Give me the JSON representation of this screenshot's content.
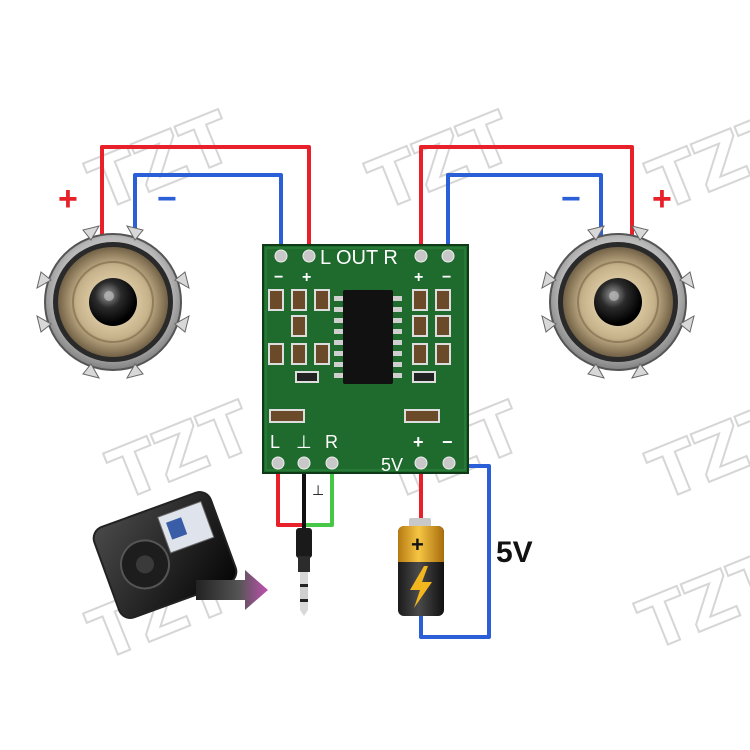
{
  "watermark": "TZT",
  "polarity": {
    "plus": "+",
    "minus": "−"
  },
  "board": {
    "top_label": "L OUT R",
    "left_input": "L",
    "ground_symbol": "⊥",
    "right_input": "R",
    "power_label": "5V"
  },
  "power_source_label": "5V",
  "colors": {
    "red_wire": "#e8202a",
    "blue_wire": "#2a5fd8",
    "green_wire": "#46c846",
    "black_wire": "#111111",
    "pcb_green": "#1f6b2e",
    "plus_sign": "#e8202a",
    "minus_sign": "#2a5fd8"
  },
  "icons": [
    "speaker-icon",
    "mp3-player-icon",
    "arrow-right-icon",
    "audio-jack-icon",
    "battery-icon",
    "lightning-icon"
  ]
}
